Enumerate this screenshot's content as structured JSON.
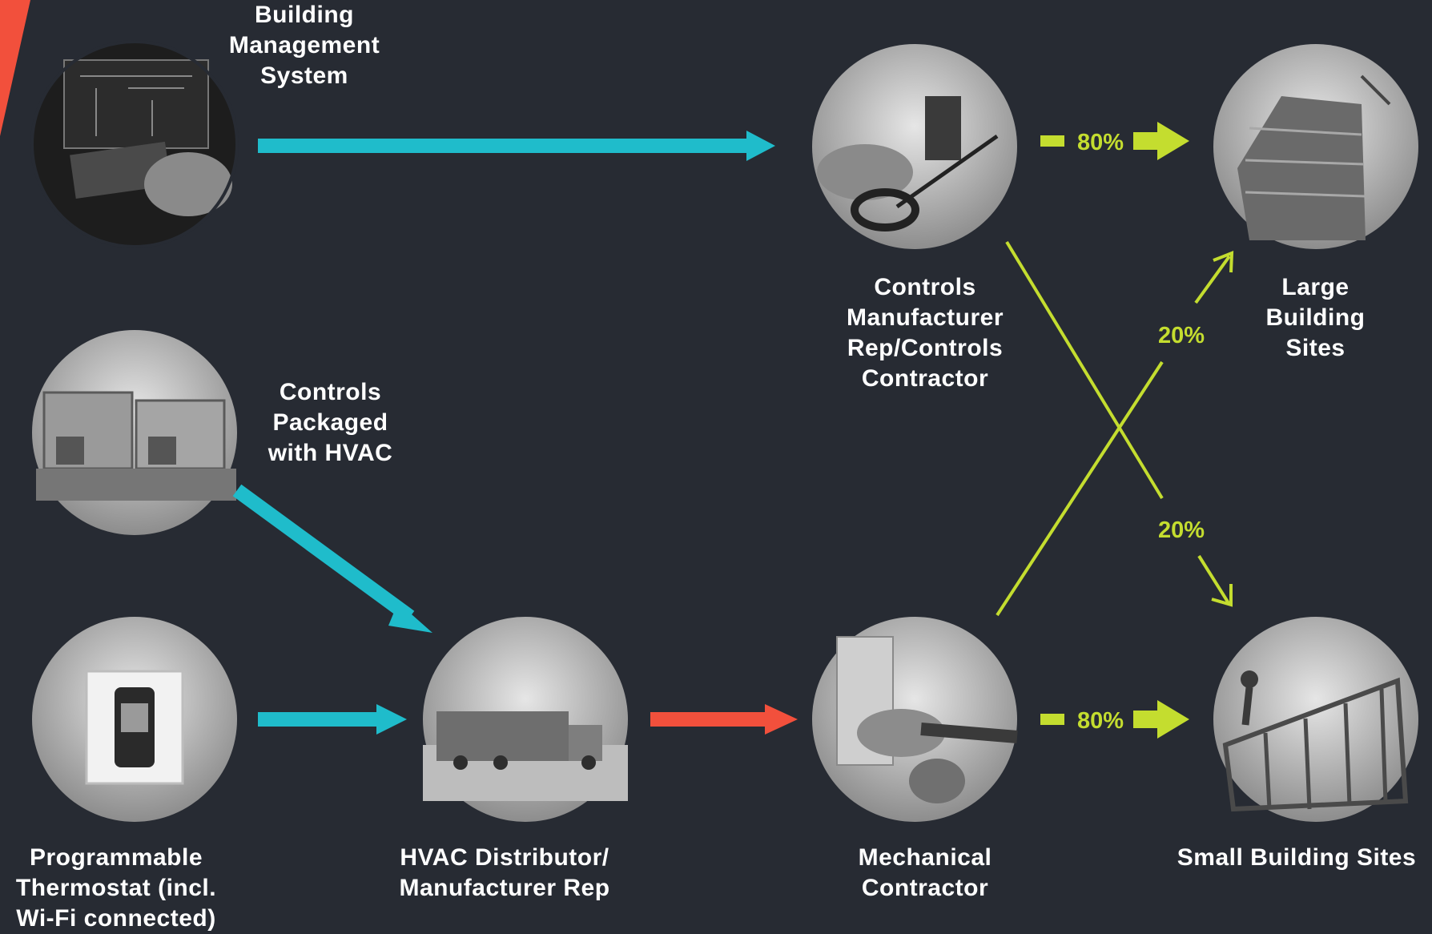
{
  "colors": {
    "background": "#272b33",
    "teal_arrow": "#1fbccb",
    "red_arrow": "#f2503c",
    "green_arrow": "#c4dd2f",
    "label_text": "#ffffff"
  },
  "nodes": {
    "bms": {
      "icon": "control-room-photo-icon",
      "label": [
        "Building",
        "Management",
        "System"
      ]
    },
    "packaged": {
      "icon": "rooftop-hvac-photo-icon",
      "label": [
        "Controls",
        "Packaged",
        "with HVAC"
      ]
    },
    "thermostat": {
      "icon": "thermostat-photo-icon",
      "label": [
        "Programmable",
        "Thermostat (incl.",
        "Wi-Fi connected)"
      ]
    },
    "distributor": {
      "icon": "truck-photo-icon",
      "label": [
        "HVAC Distributor/",
        "Manufacturer Rep"
      ]
    },
    "controls_contractor": {
      "icon": "headset-operator-photo-icon",
      "label": [
        "Controls",
        "Manufacturer",
        "Rep/Controls",
        "Contractor"
      ]
    },
    "mechanical": {
      "icon": "technician-photo-icon",
      "label": [
        "Mechanical",
        "Contractor"
      ]
    },
    "large_sites": {
      "icon": "large-building-photo-icon",
      "label": [
        "Large",
        "Building",
        "Sites"
      ]
    },
    "small_sites": {
      "icon": "framing-construction-photo-icon",
      "label": [
        "Small Building Sites"
      ]
    }
  },
  "flows": {
    "controls_to_large": "80%",
    "mechanical_to_small": "80%",
    "mechanical_to_large": "20%",
    "controls_to_small": "20%"
  }
}
